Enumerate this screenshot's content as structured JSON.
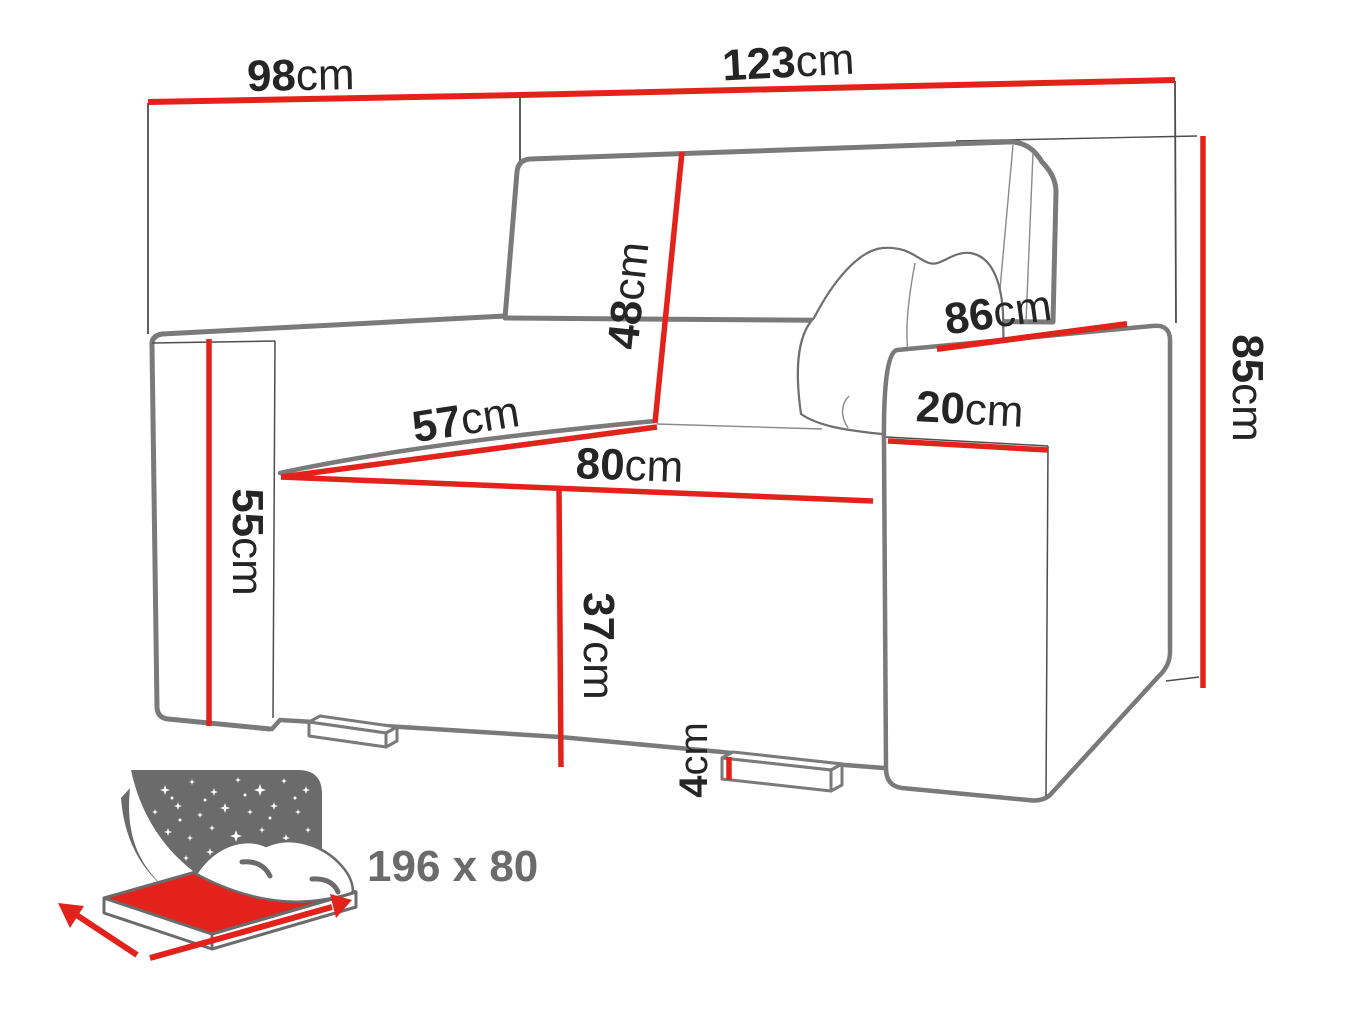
{
  "figure": {
    "title": "sofa-dimension-diagram",
    "colors": {
      "dimension_red": "#e3221c",
      "outline_gray": "#7a7a7a",
      "thin_line_gray": "#4d4d4d",
      "icon_gray": "#6b6b6b",
      "label_dark": "#252525",
      "sleep_text_gray": "#6b6b6b"
    },
    "dimensions": {
      "back_depth": {
        "num": "98",
        "unit": "cm"
      },
      "back_width": {
        "num": "123",
        "unit": "cm"
      },
      "backrest_height": {
        "num": "48",
        "unit": "cm"
      },
      "armrest_length": {
        "num": "86",
        "unit": "cm"
      },
      "total_height": {
        "num": "85",
        "unit": "cm"
      },
      "seat_depth": {
        "num": "57",
        "unit": "cm"
      },
      "armrest_width": {
        "num": "20",
        "unit": "cm"
      },
      "seat_width": {
        "num": "80",
        "unit": "cm"
      },
      "seat_height": {
        "num": "55",
        "unit": "cm"
      },
      "front_height": {
        "num": "37",
        "unit": "cm"
      },
      "leg_height": {
        "num": "4",
        "unit": "cm"
      }
    },
    "sleeping_area": {
      "label": "196 x 80"
    }
  }
}
